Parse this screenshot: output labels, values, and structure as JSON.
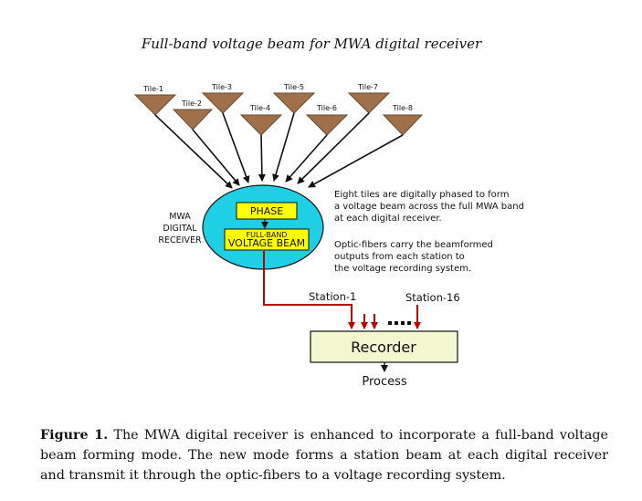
{
  "title": "Full-band voltage beam for MWA digital receiver",
  "tiles": [
    "Tile-1",
    "Tile-2",
    "Tile-3",
    "Tile-4",
    "Tile-5",
    "Tile-6",
    "Tile-7",
    "Tile-8"
  ],
  "receiver_label": [
    "MWA",
    "DIGITAL",
    "RECEIVER"
  ],
  "phase_box": "PHASE",
  "beam_box": {
    "line1": "FULL-BAND",
    "line2": "VOLTAGE BEAM"
  },
  "description": [
    "Eight tiles are digitally phased to form",
    "a voltage beam across the full MWA band",
    "at each digital receiver.",
    "Optic-fibers carry the beamformed",
    "outputs from each station to",
    "the voltage recording system."
  ],
  "stations": {
    "first": "Station-1",
    "last": "Station-16"
  },
  "recorder": "Recorder",
  "process": "Process",
  "caption": {
    "label": "Figure 1.",
    "text": "The MWA digital receiver is enhanced to incorporate a full-band voltage beam forming mode. The new mode forms a station beam at each digital receiver and transmit it through the optic-fibers to a voltage recording system."
  },
  "colors": {
    "ellipse": "#1ecfe6",
    "box": "#ffff00",
    "recorder": "#f3f7cf",
    "fiber": "#b80000",
    "tile": "#a0704a"
  }
}
